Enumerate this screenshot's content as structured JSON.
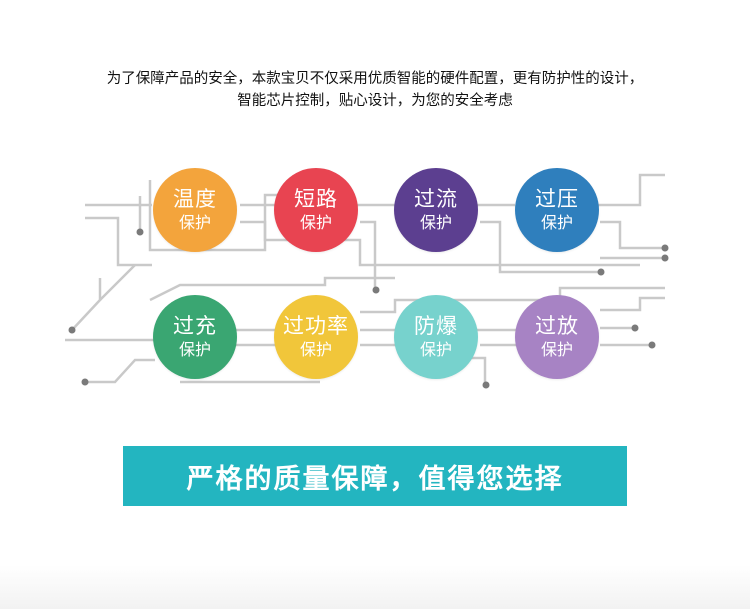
{
  "intro": {
    "line1": "为了保障产品的安全，本款宝贝不仅采用优质智能的硬件配置，更有防护性的设计，",
    "line2": "智能芯片控制，贴心设计，为您的安全考虑"
  },
  "badges": [
    {
      "title": "温度",
      "subtitle": "保护",
      "color": "#f3a43c"
    },
    {
      "title": "短路",
      "subtitle": "保护",
      "color": "#e84451"
    },
    {
      "title": "过流",
      "subtitle": "保护",
      "color": "#5c3f90"
    },
    {
      "title": "过压",
      "subtitle": "保护",
      "color": "#2f7fbd"
    },
    {
      "title": "过充",
      "subtitle": "保护",
      "color": "#3aa672"
    },
    {
      "title": "过功率",
      "subtitle": "保护",
      "color": "#f1c63a"
    },
    {
      "title": "防爆",
      "subtitle": "保护",
      "color": "#77d2cd"
    },
    {
      "title": "过放",
      "subtitle": "保护",
      "color": "#a783c4"
    }
  ],
  "slogan": "严格的质量保障，值得您选择",
  "colors": {
    "slogan_bg": "#23b5c0",
    "circuit_line": "#c7c7c7",
    "circuit_dot": "#7a7a7a"
  }
}
